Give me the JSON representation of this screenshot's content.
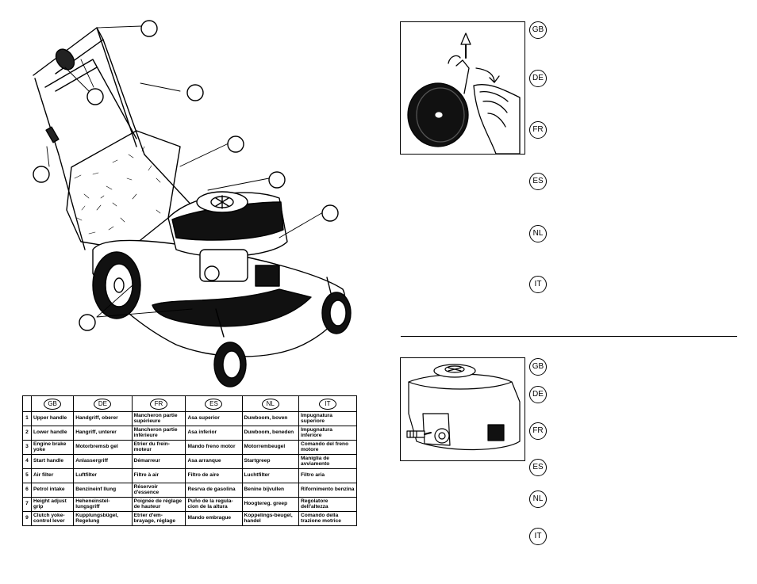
{
  "table": {
    "headers": [
      "GB",
      "DE",
      "FR",
      "ES",
      "NL",
      "IT"
    ],
    "rows": [
      {
        "num": "1",
        "cells": [
          "Upper handle",
          "Handgriff, oberer",
          "Mancheron partie supérieure",
          "Asa superior",
          "Duwboom, boven",
          "Impugnatura superiore"
        ]
      },
      {
        "num": "2",
        "cells": [
          "Lower handle",
          "Hangriff, unterer",
          "Mancheron partie inférieure",
          "Asa inferior",
          "Duwboom, beneden",
          "Impugnatura inferiore"
        ]
      },
      {
        "num": "3",
        "cells": [
          "Engine brake yoke",
          "Motorbremsb gel",
          "Etrier du frein-moteur",
          "Mando freno motor",
          "Motorrembeugel",
          "Comando del freno motore"
        ]
      },
      {
        "num": "4",
        "cells": [
          "Start handle",
          "Anlassergriff",
          "Démarreur",
          "Asa arranque",
          "Startgreep",
          "Maniglia de avviamento"
        ]
      },
      {
        "num": "5",
        "cells": [
          "Air filter",
          "Luftfilter",
          "Filtre à air",
          "Filtro de aire",
          "Luchtfilter",
          "Filtro aria"
        ]
      },
      {
        "num": "6",
        "cells": [
          "Petrol intake",
          "Benzineinf llung",
          "Réservoir d'essence",
          "Resrva de gasolina",
          "Benine bijvullen",
          "Rifornimento benzina"
        ]
      },
      {
        "num": "7",
        "cells": [
          "Height adjust grip",
          "Heheneinstel-lungsgriff",
          "Poignée de réglage de hauteur",
          "Puño de la regula-cion de la altura",
          "Hoogtereg. greep",
          "Regolatore dell'altezza"
        ]
      },
      {
        "num": "9",
        "cells": [
          "Clutch yoke-control lever",
          "Kupplungsbügel, Regelung",
          "Etrier d'em-brayage, réglage",
          "Mando embrague",
          "Koppelings-beugel, handel",
          "Comando della trazione motrice"
        ]
      }
    ]
  },
  "upper_langs": [
    "GB",
    "DE",
    "FR",
    "ES",
    "NL",
    "IT"
  ],
  "lower_langs": [
    "GB",
    "DE",
    "FR",
    "ES",
    "NL",
    "IT"
  ]
}
